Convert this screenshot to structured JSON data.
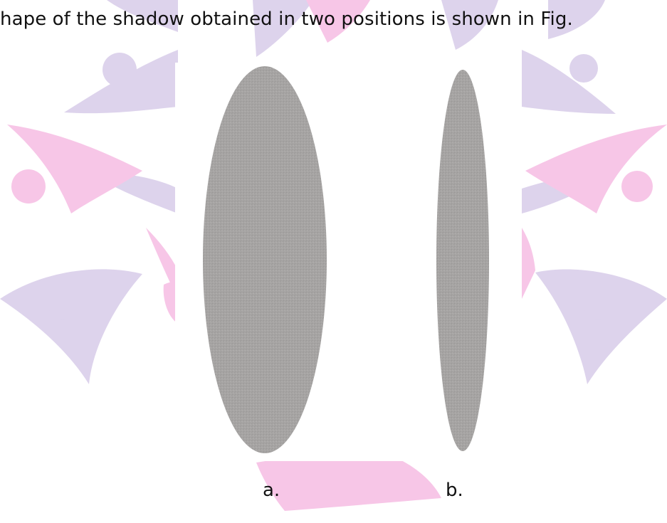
{
  "caption": "hape of the shadow obtained in two positions is shown in Fig.",
  "figure": {
    "label_a": "a.",
    "label_b": "b."
  },
  "colors": {
    "shadow_gray": "#a6a4a3",
    "watermark_violet": "#ddd3ec",
    "watermark_pink": "#f7c6e7"
  }
}
